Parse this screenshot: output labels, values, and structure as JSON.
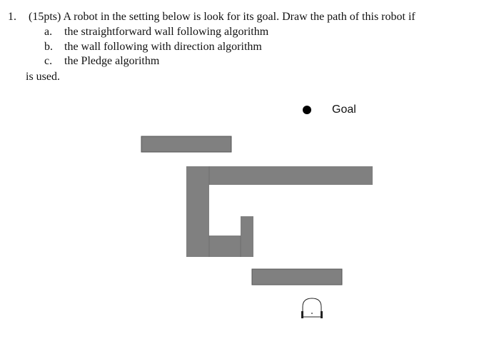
{
  "question": {
    "number": "1.",
    "text": "(15pts) A robot in the setting below is look for its goal. Draw the path of this robot if",
    "items": [
      {
        "marker": "a.",
        "text": "the straightforward wall following algorithm"
      },
      {
        "marker": "b.",
        "text": "the wall following with direction algorithm"
      },
      {
        "marker": "c.",
        "text": "the Pledge algorithm"
      }
    ],
    "closing": "is used."
  },
  "diagram": {
    "goal_label": "Goal",
    "colors": {
      "obstacle_fill": "#808080",
      "obstacle_stroke": "#555555",
      "goal": "#000000",
      "robot": "#222222"
    }
  }
}
